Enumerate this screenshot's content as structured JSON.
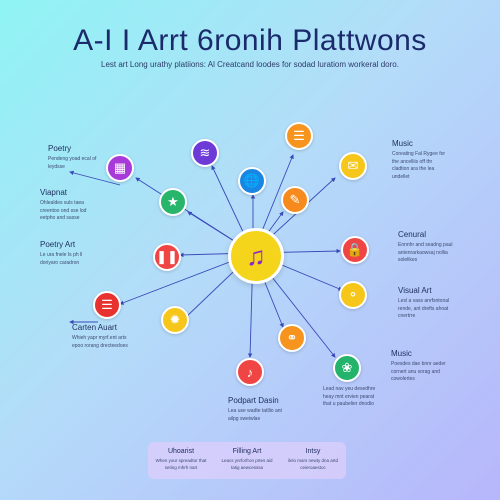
{
  "title": "A-I I Arrt 6ronih Plattwons",
  "subtitle": "Lest art Long urathy platiions: Al Creatcand loodes for sodad luratiom workeral doro.",
  "hub": {
    "icon": "music-note-icon",
    "color": "#f4d51c"
  },
  "nodes": [
    {
      "id": "poetry-grid",
      "icon": "grid-icon",
      "color": "#a73ad8"
    },
    {
      "id": "ai-wave",
      "icon": "wave-icon",
      "color": "#6d3ad8"
    },
    {
      "id": "globe",
      "icon": "globe-icon",
      "color": "#1a86e3"
    },
    {
      "id": "stack",
      "icon": "stack-icon",
      "color": "#f7941d"
    },
    {
      "id": "mail",
      "icon": "mail-icon",
      "color": "#f6c71a"
    },
    {
      "id": "star",
      "icon": "star-icon",
      "color": "#27b56b"
    },
    {
      "id": "brush",
      "icon": "brush-icon",
      "color": "#f78a1d"
    },
    {
      "id": "pause",
      "icon": "pause-icon",
      "color": "#f04545"
    },
    {
      "id": "lock",
      "icon": "lock-icon",
      "color": "#f04545"
    },
    {
      "id": "toggle",
      "icon": "circles-icon",
      "color": "#f6c71a"
    },
    {
      "id": "books",
      "icon": "books-icon",
      "color": "#e8322f"
    },
    {
      "id": "burst",
      "icon": "burst-icon",
      "color": "#f6c71a"
    },
    {
      "id": "link",
      "icon": "link-icon",
      "color": "#f7941d"
    },
    {
      "id": "note",
      "icon": "note-icon",
      "color": "#f04545"
    },
    {
      "id": "leaf",
      "icon": "leaf-icon",
      "color": "#23b36b"
    }
  ],
  "labels": {
    "poetry": {
      "title": "Poetry",
      "desc": "Pendeng yoad ecal of leydsse"
    },
    "viapnat": {
      "title": "Viapnat",
      "desc": "Ohlealdes suls taea creentoo ond sse lod eetpho and sasse"
    },
    "poetry_art": {
      "title": "Poetry Art",
      "desc": "Le ura fnele Is ph ll doriyaro caradron"
    },
    "carten_auart": {
      "title": "Carten Auart",
      "desc": "Whieh yapr myrf.ent arts epoo rorang drecteedoes"
    },
    "music_top": {
      "title": "Music",
      "desc": "Coreating Fal Rygee for the ancelliis off thr cladtion ara the lea undellet"
    },
    "cenural": {
      "title": "Cenural",
      "desc": "Ennnhr and seadng paul antenrarkaowsaj nollia solelikes"
    },
    "visual_art": {
      "title": "Visual Art",
      "desc": "Lesl a vass anrfsntonal rende, ant drefts ahoat cnertrre"
    },
    "music_bottom": {
      "title": "Music",
      "desc": "Poesdes dae bnnr aeder cornert anu sorag and cowolertes"
    },
    "podpart_dasin": {
      "title": "Podpart Dasin",
      "desc": "Lea use wadte tatllio ant ailpg sweiwlae"
    },
    "lead_caption": {
      "desc": "Lead nav yeu desedhre heay mnt ervien pearat that u paubelier dnodio"
    }
  },
  "footer": [
    {
      "title": "Uhoarist",
      "desc": "When your spreadtor that seting mhrh nart"
    },
    {
      "title": "Filling Art",
      "desc": "Leacs ynrforfron prtes aid tatig aewcesssa"
    },
    {
      "title": "Intsy",
      "desc": "ilelo mars newty dna artd ceieroaestoc"
    }
  ]
}
